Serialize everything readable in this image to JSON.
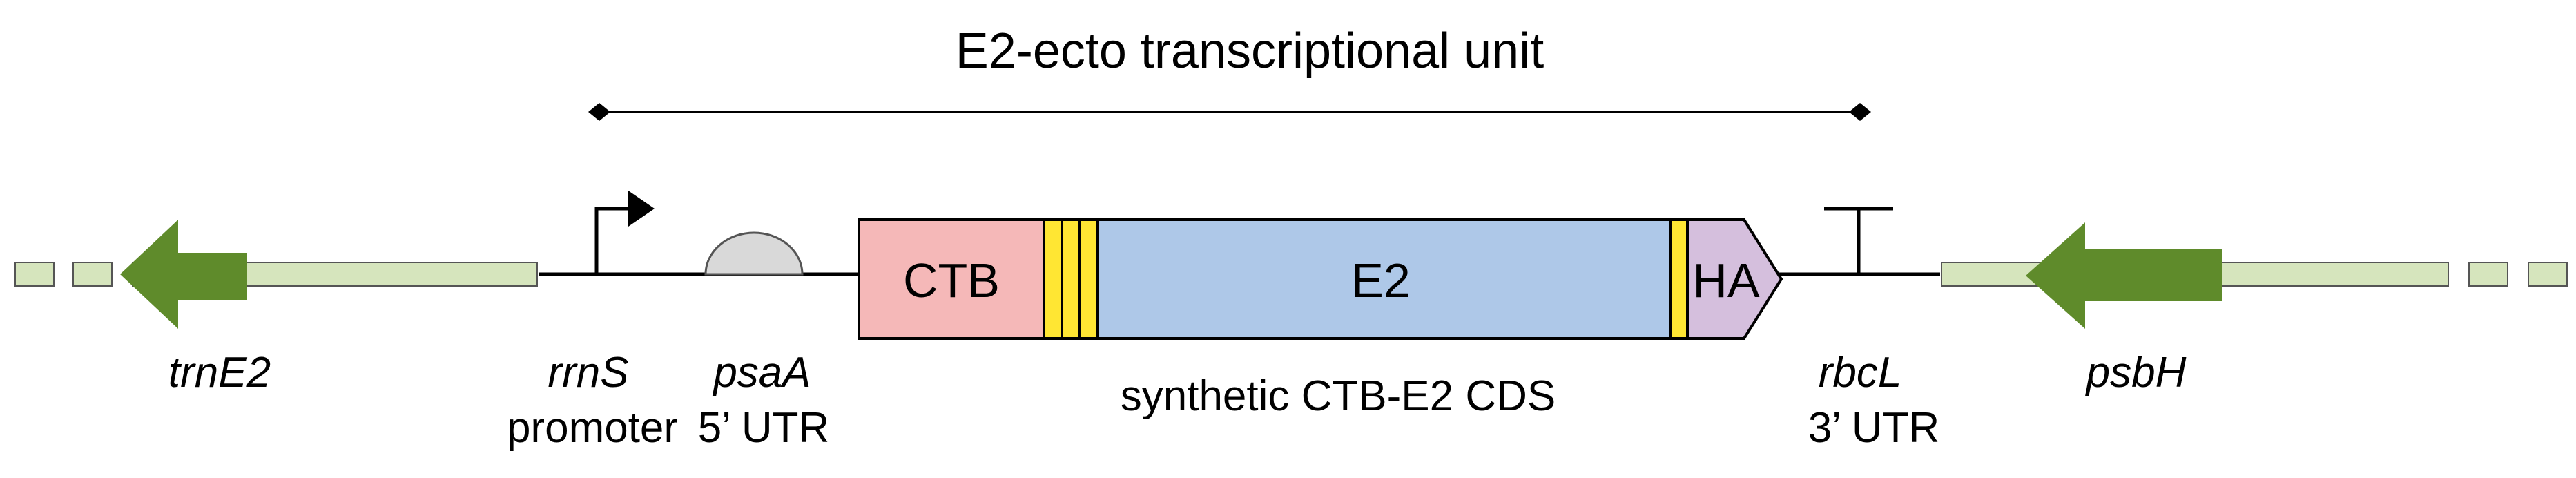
{
  "title": "E2-ecto transcriptional unit",
  "colors": {
    "flank_fill": "#d6e5bd",
    "gene_arrow": "#5f8b2b",
    "utr_fill": "#d9d9d9",
    "ctb_fill": "#f5b8b8",
    "linker_fill": "#ffe633",
    "e2_fill": "#aec8e8",
    "ha_fill": "#d5bfdd",
    "stroke": "#000000"
  },
  "icons": {
    "promoter": "bent-arrow-promoter-icon",
    "terminator": "t-bar-terminator-icon",
    "utr": "semicircle-utr-icon"
  },
  "segments": {
    "ctb": "CTB",
    "e2": "E2",
    "ha": "HA"
  },
  "labels": {
    "trnE2": "trnE2",
    "rrnS": "rrnS",
    "promoter": "promoter",
    "psaA": "psaA",
    "utr5": "5’ UTR",
    "cds": "synthetic CTB-E2 CDS",
    "rbcL": "rbcL",
    "utr3": "3’ UTR",
    "psbH": "psbH"
  }
}
